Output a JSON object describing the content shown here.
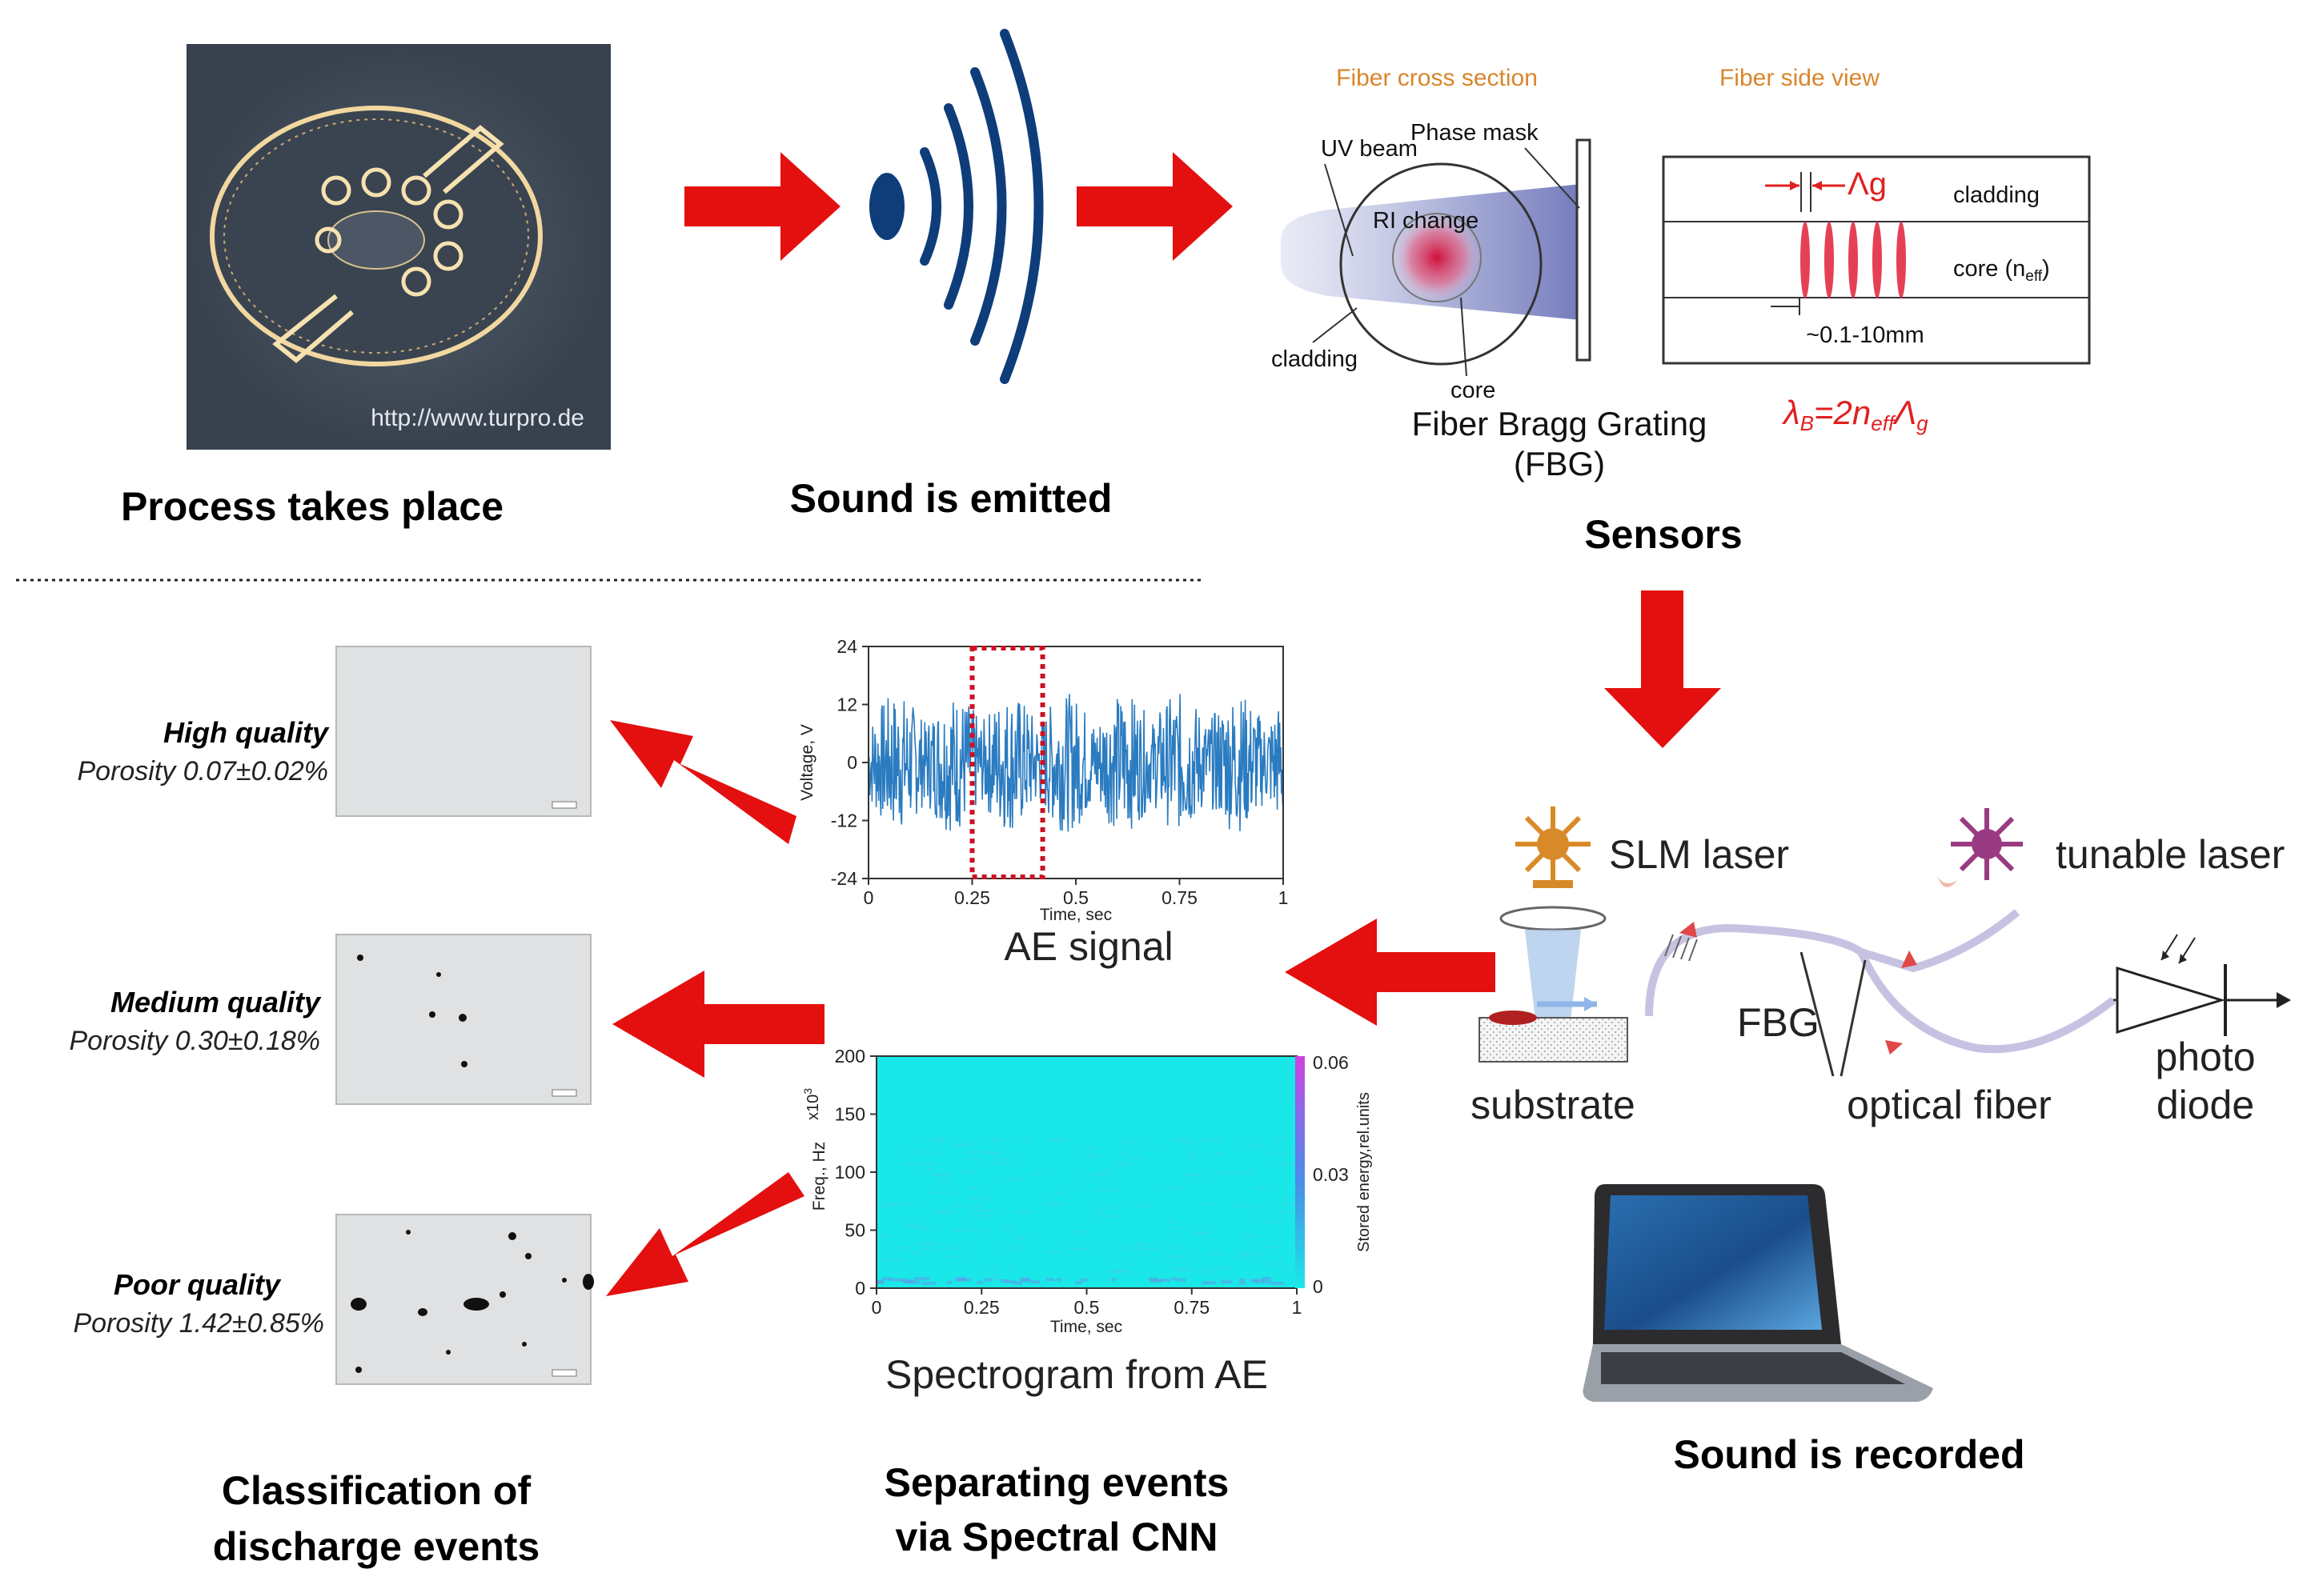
{
  "colors": {
    "arrow": "#e3100f",
    "wave": "#0f3d7a",
    "accent_orange": "#d9852c",
    "formula": "#e02020",
    "signal": "#2a7bc0",
    "dashed_box": "#cc1122",
    "spectro_bg": "#1ae8e8",
    "laser_orange": "#d98a28",
    "laser_purple": "#9a3a82",
    "fiber": "#c8c2e2"
  },
  "top": {
    "photo_url": "http://www.turpro.de",
    "process_caption": "Process takes place",
    "sound_caption": "Sound is emitted",
    "sensors_caption": "Sensors"
  },
  "fbg": {
    "cross_section_title": "Fiber cross section",
    "side_view_title": "Fiber side view",
    "uv_beam": "UV beam",
    "phase_mask": "Phase mask",
    "ri_change": "RI change",
    "cladding": "cladding",
    "core": "core",
    "name_line1": "Fiber Bragg Grating",
    "name_line2": "(FBG)",
    "lambda_g": "Λg",
    "side_cladding": "cladding",
    "side_core": "core (n",
    "side_core_sub": "eff",
    "side_core_close": ")",
    "length": "~0.1-10mm",
    "formula_lambda": "λ",
    "formula_b": "B",
    "formula_eq": "=2n",
    "formula_eff": "eff",
    "formula_lg": "Λ",
    "formula_g": "g"
  },
  "setup": {
    "slm_laser": "SLM laser",
    "tunable_laser": "tunable laser",
    "fbg": "FBG",
    "substrate": "substrate",
    "optical_fiber": "optical fiber",
    "photo_line1": "photo",
    "photo_line2": "diode",
    "recorded_caption": "Sound is recorded"
  },
  "quality": [
    {
      "label": "High quality",
      "porosity": "Porosity 0.07±0.02%"
    },
    {
      "label": "Medium quality",
      "porosity": "Porosity 0.30±0.18%"
    },
    {
      "label": "Poor quality",
      "porosity": "Porosity 1.42±0.85%"
    }
  ],
  "classification": {
    "line1": "Classification of",
    "line2": "discharge events"
  },
  "separating": {
    "line1": "Separating events",
    "line2": "via Spectral CNN"
  },
  "chart_data": [
    {
      "type": "line",
      "title": "AE signal",
      "xlabel": "Time, sec",
      "ylabel": "Voltage, V",
      "xlim": [
        0,
        1
      ],
      "ylim": [
        -24,
        24
      ],
      "x_ticks": [
        "0",
        "0.25",
        "0.5",
        "0.75",
        "1"
      ],
      "y_ticks": [
        "24",
        "12",
        "0",
        "-12",
        "-24"
      ],
      "highlight_window": [
        0.25,
        0.42
      ],
      "series": [
        {
          "amplitude": 12
        }
      ]
    },
    {
      "type": "heatmap",
      "title": "Spectrogram from AE",
      "xlabel": "Time, sec",
      "ylabel": "Freq., Hz",
      "y_multiplier": "x10",
      "y_multiplier_exp": "3",
      "colorbar_label": "Stored energy,rel.units",
      "x_ticks": [
        "0",
        "0.25",
        "0.5",
        "0.75",
        "1"
      ],
      "y_ticks": [
        "200",
        "150",
        "100",
        "50",
        "0"
      ],
      "colorbar_ticks": [
        "0.06",
        "0.03",
        "0"
      ],
      "xlim": [
        0,
        1
      ],
      "ylim": [
        0,
        200
      ]
    }
  ]
}
